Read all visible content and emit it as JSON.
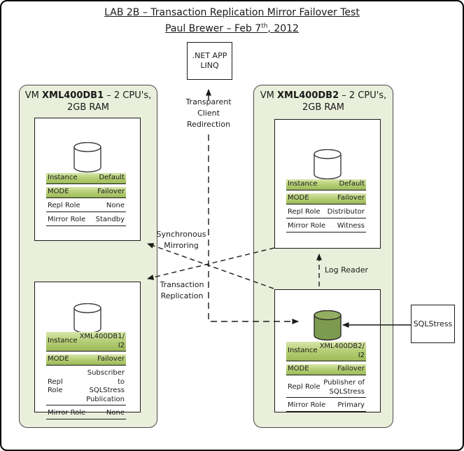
{
  "title": {
    "line1": "LAB 2B – Transaction Replication Mirror Failover Test",
    "line2_pre": "Paul Brewer – Feb 7",
    "line2_sup": "th",
    "line2_post": ", 2012"
  },
  "app_box": {
    "text": ".NET APP\nLINQ"
  },
  "sqlstress": {
    "label": "SQLStress"
  },
  "connector_labels": {
    "client_redirection": "Transparent\nClient\nRedirection",
    "sync_mirroring": "Synchronous\nMirroring",
    "txn_replication": "Transaction\nReplication",
    "log_reader": "Log Reader"
  },
  "vm1": {
    "pre": "VM ",
    "name": "XML400DB1",
    "post": " – 2 CPU's,",
    "line2": "2GB RAM",
    "instances": [
      {
        "database": "white",
        "rows": [
          {
            "label": "Instance",
            "value": "Default"
          },
          {
            "label": "MODE",
            "value": "Failover"
          },
          {
            "label": "Repl Role",
            "value": "None"
          },
          {
            "label": "Mirror Role",
            "value": "Standby"
          }
        ]
      },
      {
        "database": "white",
        "rows": [
          {
            "label": "Instance",
            "value": "XML400DB1/\nI2"
          },
          {
            "label": "MODE",
            "value": "Failover"
          },
          {
            "label": "Repl Role",
            "value": "Subscriber to\nSQLStress\nPublication"
          },
          {
            "label": "Mirror Role",
            "value": "None"
          }
        ]
      }
    ]
  },
  "vm2": {
    "pre": "VM ",
    "name": "XML400DB2",
    "post": " – 2 CPU's,",
    "line2": "2GB RAM",
    "instances": [
      {
        "database": "white",
        "rows": [
          {
            "label": "Instance",
            "value": "Default"
          },
          {
            "label": "MODE",
            "value": "Failover"
          },
          {
            "label": "Repl Role",
            "value": "Distributor"
          },
          {
            "label": "Mirror Role",
            "value": "Witness"
          }
        ]
      },
      {
        "database": "green",
        "rows": [
          {
            "label": "Instance",
            "value": "XML400DB2/\nI2"
          },
          {
            "label": "MODE",
            "value": "Failover"
          },
          {
            "label": "Repl Role",
            "value": "Publisher of\nSQLStress"
          },
          {
            "label": "Mirror Role",
            "value": "Primary"
          }
        ]
      }
    ]
  },
  "colors": {
    "vm_bg": "#e9efda",
    "row_green_top": "#d8e6ab",
    "row_green_bottom": "#9cba58",
    "db_white": "#ffffff",
    "db_green_body": "#7d9b4e",
    "db_green_top": "#93ae60",
    "line": "#1a1a1a"
  }
}
